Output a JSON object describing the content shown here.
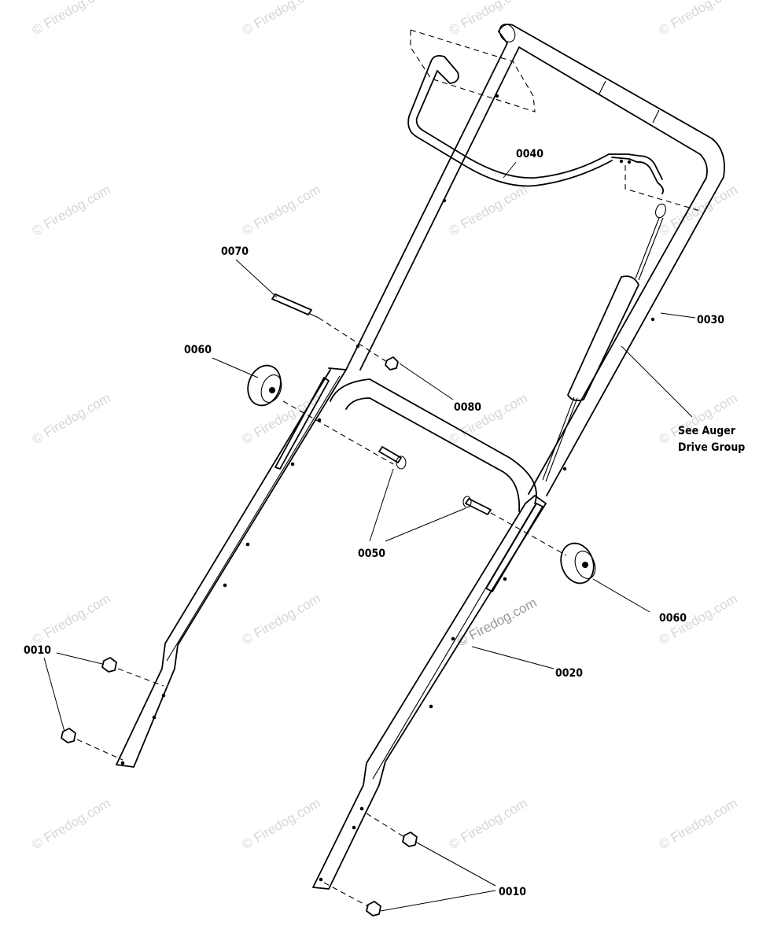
{
  "watermark": "© Firedog.com",
  "callouts": {
    "c0040": "0040",
    "c0070": "0070",
    "c0030": "0030",
    "c0060a": "0060",
    "c0080": "0080",
    "c0050": "0050",
    "c0060b": "0060",
    "c0020": "0020",
    "c0010a": "0010",
    "c0010b": "0010"
  },
  "note": {
    "line1": "See Auger",
    "line2": "Drive Group"
  }
}
